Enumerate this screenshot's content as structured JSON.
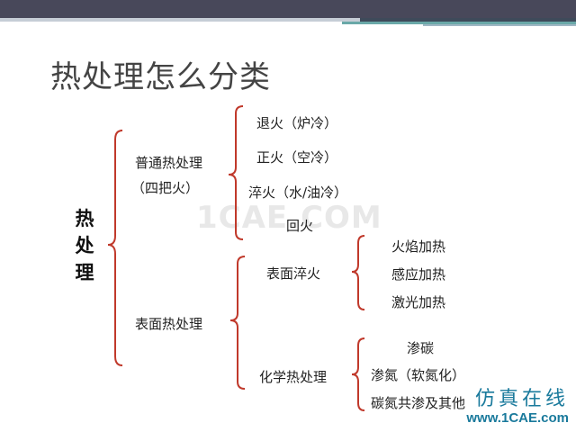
{
  "slide": {
    "title": "热处理怎么分类",
    "root": [
      "热",
      "处",
      "理"
    ],
    "watermark": "1CAE.COM"
  },
  "tree": {
    "ordinary": {
      "label_line1": "普通热处理",
      "label_line2": "（四把火）",
      "children": [
        "退火（炉冷）",
        "正火（空冷）",
        "淬火（水/油冷）",
        "回火"
      ]
    },
    "surface": {
      "label": "表面热处理",
      "quench": {
        "label": "表面淬火",
        "children": [
          "火焰加热",
          "感应加热",
          "激光加热"
        ]
      },
      "chemical": {
        "label": "化学热处理",
        "children": [
          "渗碳",
          "渗氮（软氮化）",
          "碳氮共渗及其他"
        ]
      }
    }
  },
  "logo": {
    "cn": "仿真在线",
    "url": "www.1CAE.com"
  },
  "colors": {
    "brace": "#c0392b",
    "header": "#48485a",
    "logo": "#1a7a9c"
  }
}
